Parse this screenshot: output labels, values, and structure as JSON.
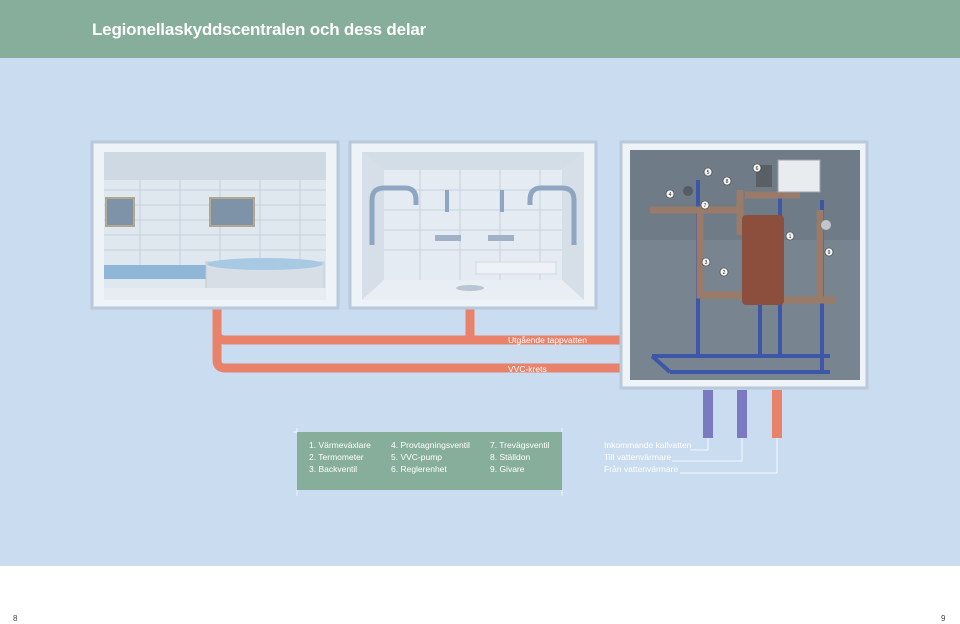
{
  "header": {
    "title": "Legionellaskyddscentralen och dess delar"
  },
  "pipes": {
    "outgoing_label": "Utgående tappvatten",
    "circuit_label": "VVC-krets"
  },
  "legend": {
    "col1": [
      "1. Värmeväxlare",
      "2. Termometer",
      "3. Backventil"
    ],
    "col2": [
      "4. Provtagningsventil",
      "5. VVC-pump",
      "6. Reglerenhet"
    ],
    "col3": [
      "7. Trevägsventil",
      "8. Ställdon",
      "9. Givare"
    ]
  },
  "inlets": [
    "Inkommande kallvatten",
    "Till vattenvärmare",
    "Från vattenvärmare"
  ],
  "markers": [
    "1",
    "2",
    "3",
    "4",
    "5",
    "6",
    "7",
    "8",
    "9"
  ],
  "colors": {
    "pipe_hot": "#e9826a",
    "pipe_cold": "#7b79c2",
    "header": "#86ae9a",
    "background": "#c9dcf0"
  },
  "page_numbers": {
    "left": "8",
    "right": "9"
  }
}
